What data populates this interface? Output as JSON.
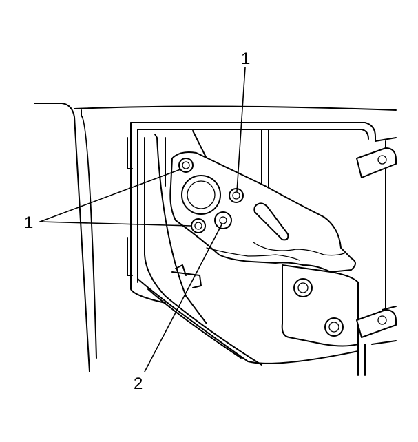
{
  "callouts": {
    "top": "1",
    "left": "1",
    "bottom": "2"
  }
}
